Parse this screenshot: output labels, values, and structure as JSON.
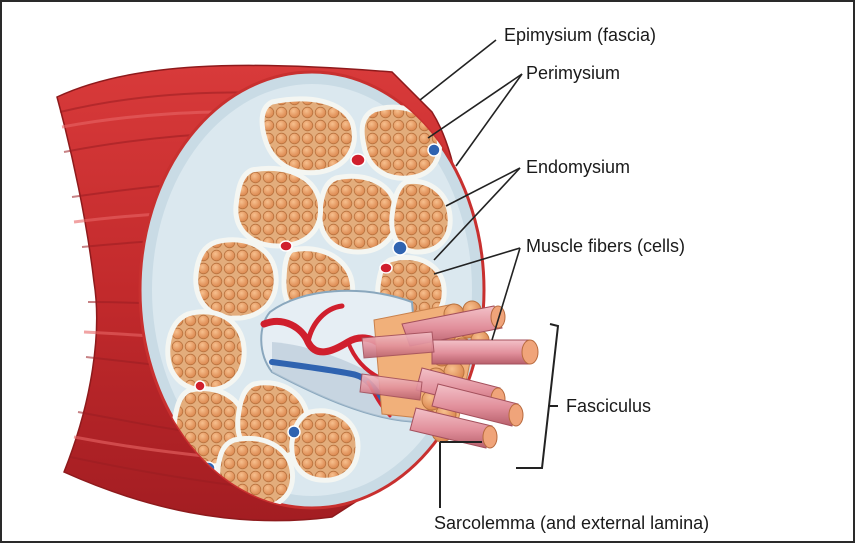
{
  "labels": {
    "epimysium": "Epimysium (fascia)",
    "perimysium": "Perimysium",
    "endomysium": "Endomysium",
    "muscle_fibers": "Muscle fibers (cells)",
    "fasciculus": "Fasciculus",
    "sarcolemma": "Sarcolemma (and external lamina)"
  },
  "colors": {
    "muscle_red": "#c8302f",
    "muscle_dark": "#8e1a1c",
    "sheath": "#dbe8ef",
    "fascicle_fill": "#e8b98c",
    "fiber_fill": "#ee9a5e",
    "fiber_pink": "#e79aa6",
    "vessel_red": "#d01f2d",
    "vessel_blue": "#2f63b0",
    "leader": "#222222"
  }
}
